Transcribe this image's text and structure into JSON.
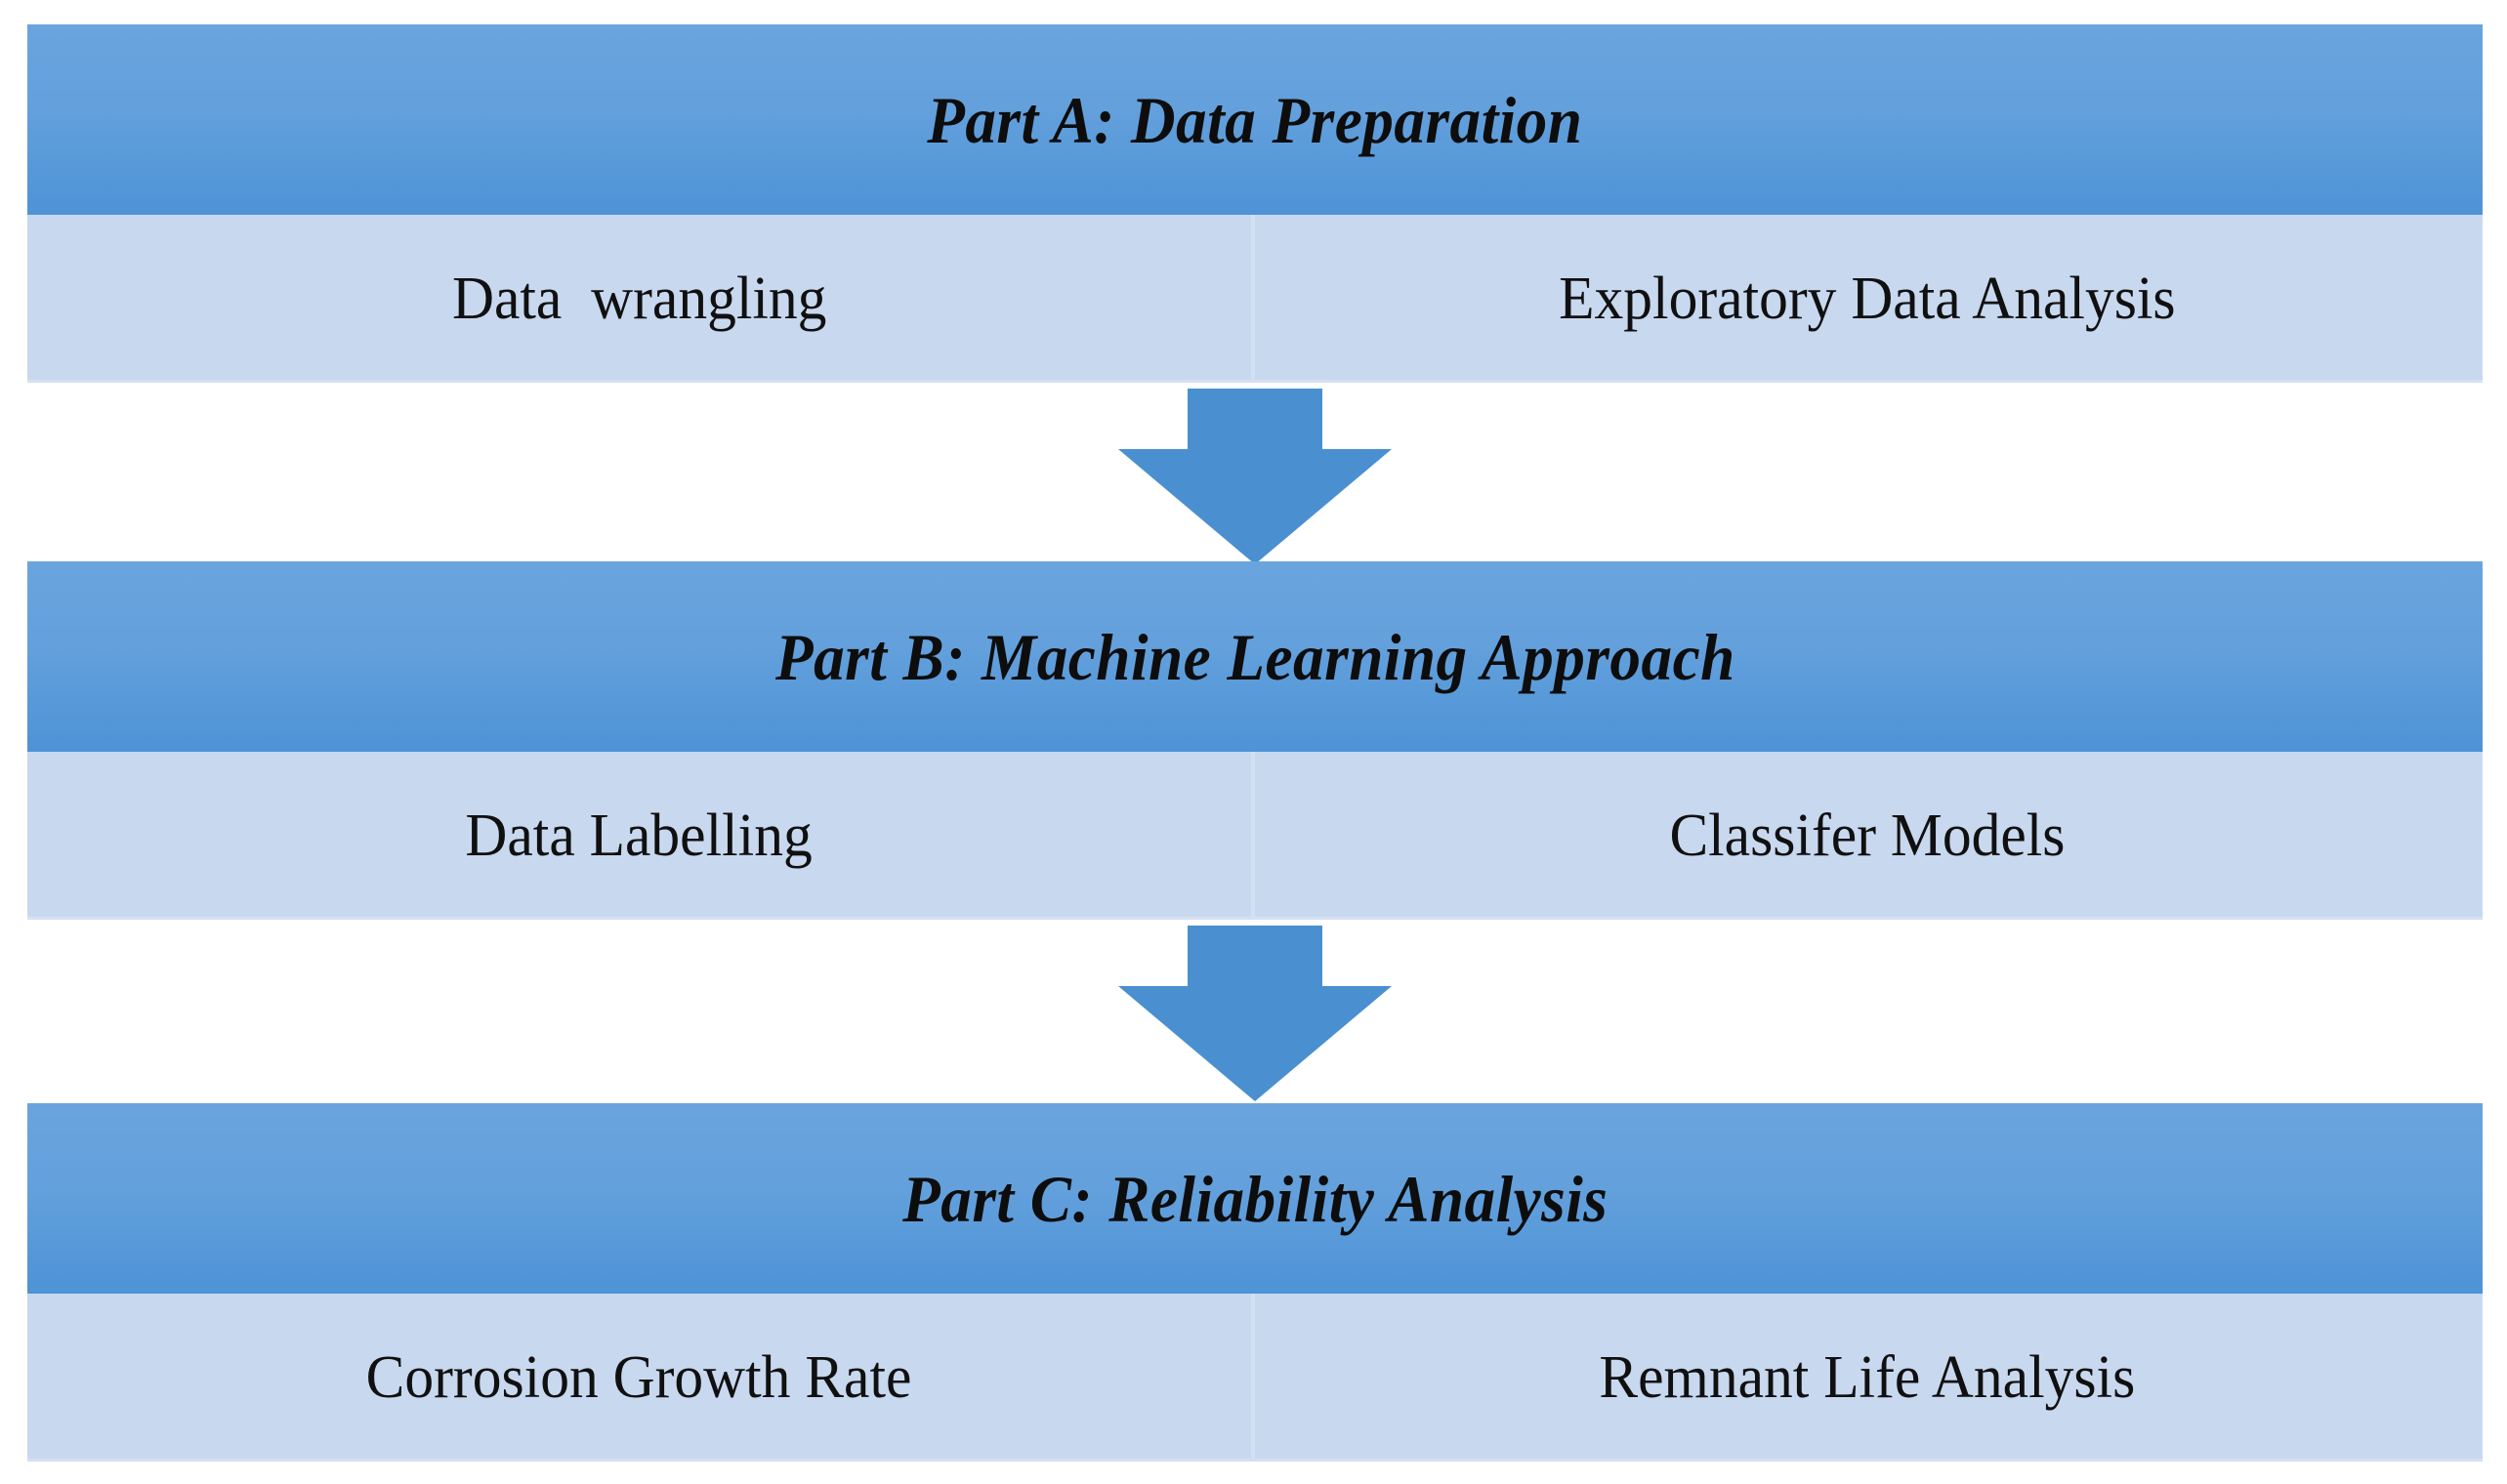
{
  "diagram": {
    "type": "flowchart",
    "orientation": "vertical",
    "colors": {
      "header_band": "#63a0dc",
      "header_band_bottom": "#4d93d6",
      "cell_band": "#c8d8ef",
      "cell_divider": "#d3e0f3",
      "arrow": "#4a90d0",
      "text": "#0d0d0d",
      "background": "#ffffff"
    },
    "stages": [
      {
        "id": "part-a",
        "title": "Part A: Data Preparation",
        "cells": [
          {
            "id": "data-wrangling",
            "label": "Data  wrangling"
          },
          {
            "id": "exploratory-data-analysis",
            "label": "Exploratory Data Analysis"
          }
        ]
      },
      {
        "id": "part-b",
        "title": "Part B: Machine Learning Approach",
        "cells": [
          {
            "id": "data-labelling",
            "label": "Data Labelling"
          },
          {
            "id": "classifer-models",
            "label": "Classifer Models"
          }
        ]
      },
      {
        "id": "part-c",
        "title": "Part C: Reliability Analysis",
        "cells": [
          {
            "id": "corrosion-growth-rate",
            "label": "Corrosion Growth Rate"
          },
          {
            "id": "remnant-life-analysis",
            "label": "Remnant Life Analysis"
          }
        ]
      }
    ],
    "connectors": [
      {
        "id": "arrow-a-to-b",
        "from": "part-a",
        "to": "part-b",
        "direction": "down"
      },
      {
        "id": "arrow-b-to-c",
        "from": "part-b",
        "to": "part-c",
        "direction": "down"
      }
    ]
  }
}
